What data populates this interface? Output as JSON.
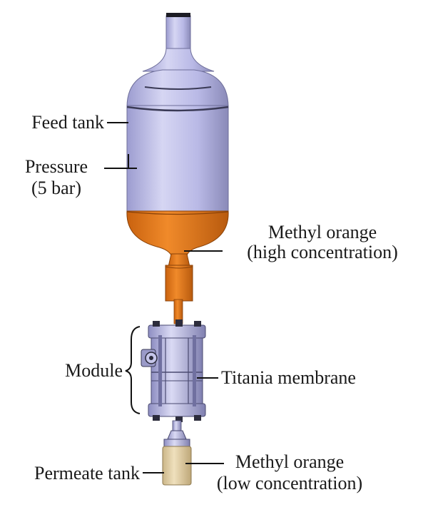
{
  "labels": {
    "feed_tank": "Feed tank",
    "pressure_line1": "Pressure",
    "pressure_line2": "(5 bar)",
    "methyl_high_line1": "Methyl orange",
    "methyl_high_line2": "(high concentration)",
    "module": "Module",
    "titania_membrane": "Titania membrane",
    "permeate_tank": "Permeate tank",
    "methyl_low_line1": "Methyl orange",
    "methyl_low_line2": "(low concentration)"
  },
  "colors": {
    "tank_body": "#b9b9e6",
    "tank_light": "#d8d8f4",
    "tank_dark": "#8a8ab8",
    "orange": "#e07a1e",
    "orange_dark": "#b85a0e",
    "permeate": "#e2cfa6",
    "leader_line": "#111111"
  }
}
